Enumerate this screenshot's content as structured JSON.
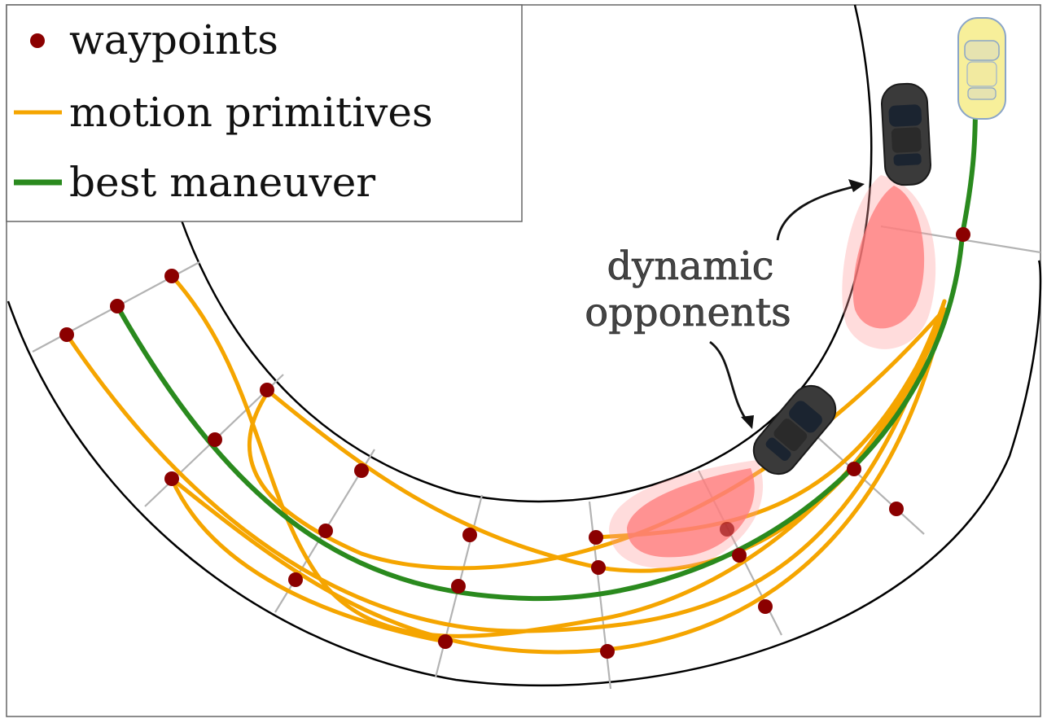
{
  "legend": {
    "waypoints_label": "waypoints",
    "primitives_label": "motion primitives",
    "best_label": "best maneuver"
  },
  "annotation": {
    "line1": "dynamic",
    "line2": "opponents"
  },
  "colors": {
    "waypoint": "#8b0000",
    "primitive": "#f5a500",
    "best": "#2a8a1e",
    "track_border": "#000000",
    "grid_line": "#b3b3b3",
    "opponent_body": "#3a3a3a",
    "prediction_zone": "#ff7a7a",
    "ego_body": "#f7ef9a"
  },
  "icons": {
    "opponent_car": "dark-car-icon",
    "ego_car": "yellow-car-icon"
  }
}
